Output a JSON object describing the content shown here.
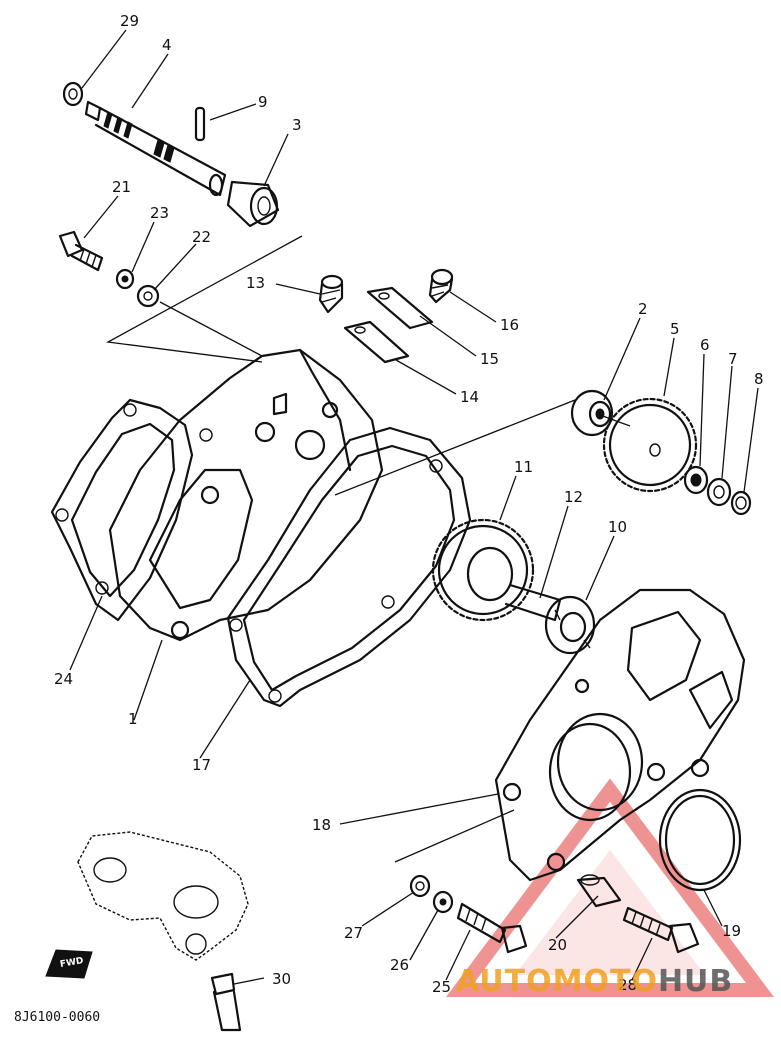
{
  "diagram": {
    "part_labels": [
      "29",
      "4",
      "9",
      "3",
      "21",
      "23",
      "22",
      "13",
      "16",
      "15",
      "14",
      "2",
      "5",
      "6",
      "7",
      "8",
      "11",
      "12",
      "10",
      "24",
      "1",
      "17",
      "18",
      "19",
      "27",
      "26",
      "25",
      "20",
      "28",
      "30"
    ],
    "code": "8J6100-0060",
    "fwd_label": "FWD",
    "watermark": {
      "part1": "AUTO",
      "part2": "MOTO",
      "part3": "HUB",
      "colors": {
        "auto": "#f0a020",
        "moto": "#f0a020",
        "hub": "#555555",
        "triangle": "#e23a3a"
      }
    }
  }
}
